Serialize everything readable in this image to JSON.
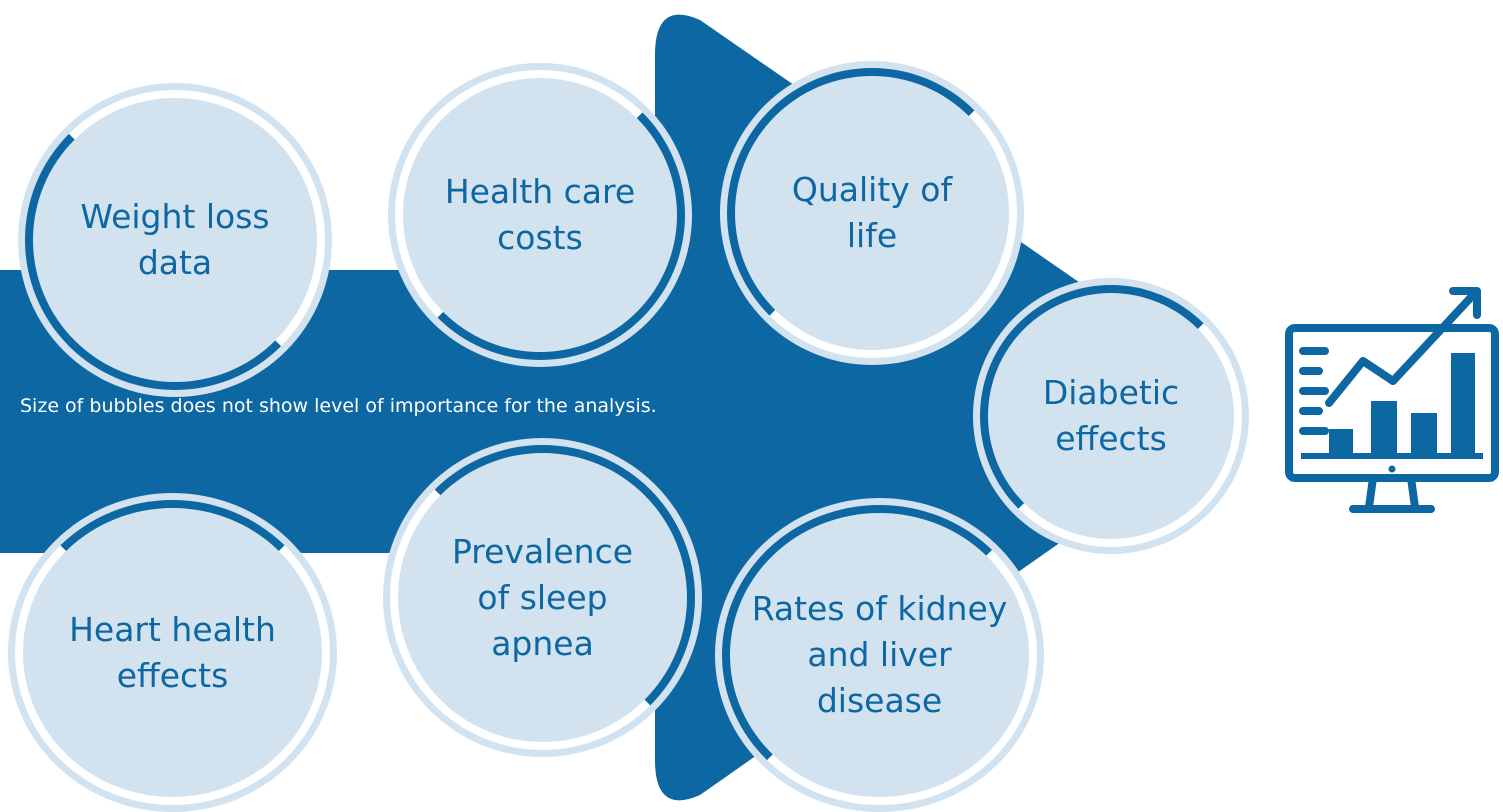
{
  "diagram": {
    "note": "Size of bubbles does not show level of importance for the analysis.",
    "bubbles": [
      {
        "id": "weight-loss",
        "label": "Weight loss\ndata"
      },
      {
        "id": "health-care-costs",
        "label": "Health care\ncosts"
      },
      {
        "id": "quality-of-life",
        "label": "Quality of\nlife"
      },
      {
        "id": "diabetic-effects",
        "label": "Diabetic\neffects"
      },
      {
        "id": "heart-health",
        "label": "Heart health\neffects"
      },
      {
        "id": "sleep-apnea",
        "label": "Prevalence\nof sleep\napnea"
      },
      {
        "id": "kidney-liver",
        "label": "Rates of kidney\nand liver\ndisease"
      }
    ],
    "icons": [
      "arrow-shape",
      "analytics-monitor-icon"
    ]
  },
  "colors": {
    "arrow": "#0c67a3",
    "bubble_fill": "#d3e2ef",
    "text": "#0c67a3",
    "note_text": "#ffffff"
  }
}
